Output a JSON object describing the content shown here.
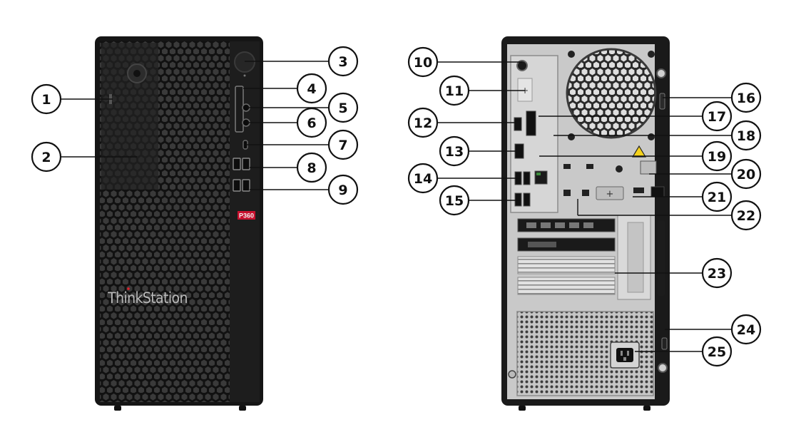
{
  "front_view": {
    "brand_logo": "ThinkStation",
    "model_badge": "P360"
  },
  "callouts": [
    {
      "n": "1"
    },
    {
      "n": "2"
    },
    {
      "n": "3"
    },
    {
      "n": "4"
    },
    {
      "n": "5"
    },
    {
      "n": "6"
    },
    {
      "n": "7"
    },
    {
      "n": "8"
    },
    {
      "n": "9"
    },
    {
      "n": "10"
    },
    {
      "n": "11"
    },
    {
      "n": "12"
    },
    {
      "n": "13"
    },
    {
      "n": "14"
    },
    {
      "n": "15"
    },
    {
      "n": "16"
    },
    {
      "n": "17"
    },
    {
      "n": "18"
    },
    {
      "n": "19"
    },
    {
      "n": "20"
    },
    {
      "n": "21"
    },
    {
      "n": "22"
    },
    {
      "n": "23"
    },
    {
      "n": "24"
    },
    {
      "n": "25"
    }
  ],
  "colors": {
    "chassis_front": "#151515",
    "chassis_back": "#1a1a1a",
    "back_panel": "#c9c9c9",
    "io_panel": "#d6d6d6",
    "badge_red": "#c8102e",
    "logo_red_dot": "#e0202a",
    "warning_yellow": "#f5d21b"
  }
}
